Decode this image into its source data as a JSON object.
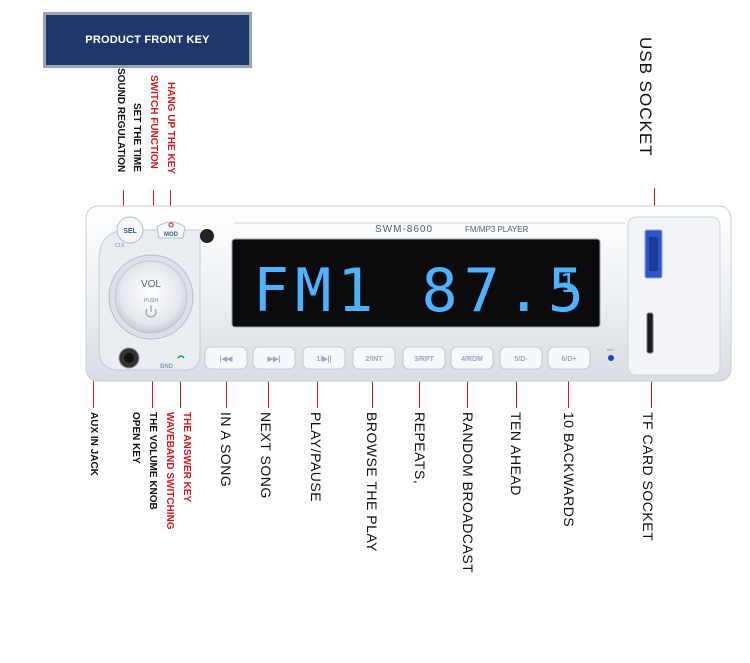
{
  "banner": {
    "title": "PRODUCT FRONT KEY"
  },
  "device": {
    "model": "SWM-8600",
    "player_type": "FM/MP3 PLAYER",
    "display_text": "FM1 87.5",
    "display_channel": "1",
    "knob_label": "VOL",
    "knob_sublabel": "PUSH",
    "sel_label": "SEL",
    "mod_label": "MOD",
    "clk_label": "CLK",
    "bnd_label": "BND",
    "mic_label": "MIC",
    "keys": [
      "|◀◀",
      "▶▶|",
      "1/▶||",
      "2/INT",
      "3/RPT",
      "4/RDM",
      "5/D-",
      "6/D+"
    ]
  },
  "callouts": {
    "top_left": {
      "sound_regulation": "SOUND REGULATION",
      "set_time": "SET THE TIME",
      "switch_function": "SWITCH FUNCTION",
      "hang_up": "HANG UP THE KEY"
    },
    "usb_socket": "USB SOCKET",
    "tf_card_socket": "TF CARD SOCKET",
    "aux_in_jack": "AUX IN JACK",
    "knob_bottom": {
      "open_key": "OPEN KEY",
      "volume_knob": "THE VOLUME KNOB",
      "waveband": "WAVEBAND SWITCHING",
      "answer_key": "THE ANSWER KEY"
    },
    "keys": [
      "IN A SONG",
      "NEXT SONG",
      "PLAY/PAUSE",
      "BROWSE THE PLAY",
      "REPEATS,",
      "RANDOM BROADCAST",
      "TEN AHEAD",
      "10 BACKWARDS"
    ]
  },
  "colors": {
    "banner_bg": "#1f3869",
    "callout_red": "#d8141b",
    "display_blue": "#4fb2ff",
    "panel_white": "#f4f6f8"
  }
}
